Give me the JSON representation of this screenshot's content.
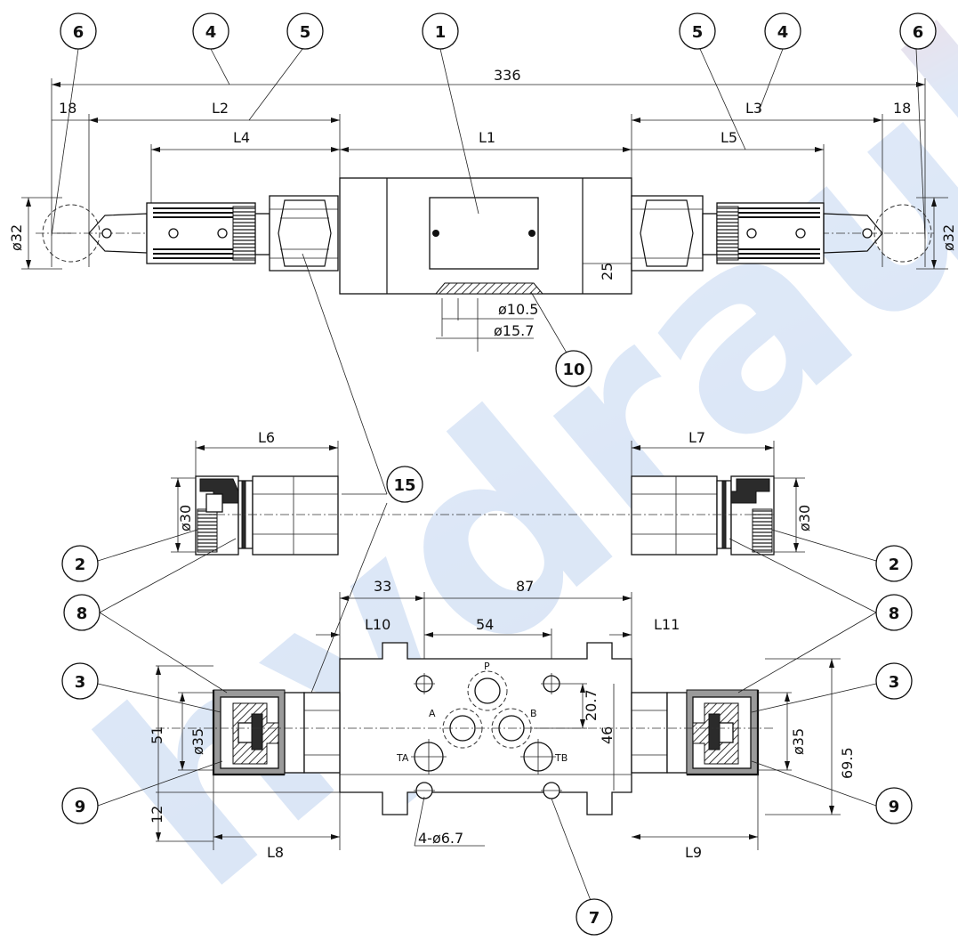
{
  "watermark": "hydraulik",
  "dimensions": {
    "overall": "336",
    "l1": "L1",
    "l2": "L2",
    "l3": "L3",
    "l4": "L4",
    "l5": "L5",
    "l6": "L6",
    "l7": "L7",
    "l8": "L8",
    "l9": "L9",
    "l10": "L10",
    "l11": "L11",
    "left_18": "18",
    "right_18": "18",
    "dia32_left": "ø32",
    "dia32_right": "ø32",
    "height_25": "25",
    "dia10": "ø10.5",
    "dia15": "ø15.7",
    "dia30_left": "ø30",
    "dia30_right": "ø30",
    "d33": "33",
    "d87": "87",
    "d54": "54",
    "d20": "20.7",
    "d46": "46",
    "d69": "69.5",
    "d51": "51",
    "dia35_left": "ø35",
    "dia35_right": "ø35",
    "d12": "12",
    "holes": "4-ø6.7"
  },
  "ports": {
    "a": "A",
    "b": "B",
    "ta": "TA",
    "tb": "TB",
    "p": "P"
  },
  "callouts": {
    "c6_left": "6",
    "c4_left": "4",
    "c5_left": "5",
    "c1": "1",
    "c5_right": "5",
    "c4_right": "4",
    "c6_right": "6",
    "c10": "10",
    "c15": "15",
    "c2_left": "2",
    "c2_right": "2",
    "c8_left": "8",
    "c8_right": "8",
    "c3_left": "3",
    "c3_right": "3",
    "c9_left": "9",
    "c9_right": "9",
    "c7": "7"
  }
}
